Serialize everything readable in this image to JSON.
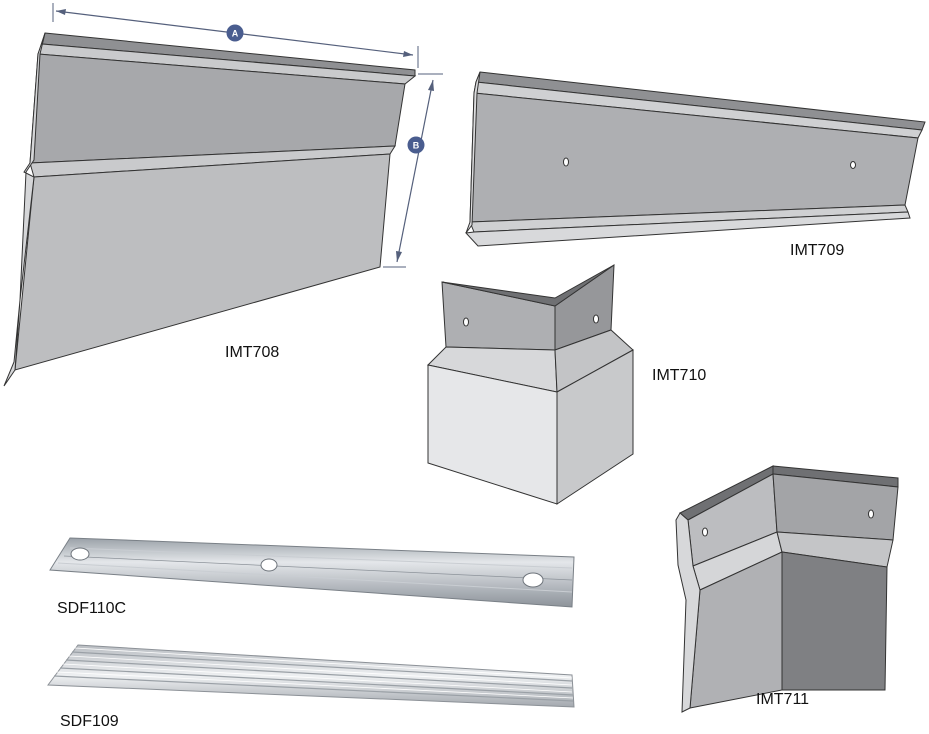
{
  "parts": {
    "imt708": {
      "label": "IMT708"
    },
    "imt709": {
      "label": "IMT709"
    },
    "imt710": {
      "label": "IMT710"
    },
    "imt711": {
      "label": "IMT711"
    },
    "sdf110c": {
      "label": "SDF110C"
    },
    "sdf109": {
      "label": "SDF109"
    }
  },
  "dimensions": {
    "a": {
      "badge": "A"
    },
    "b": {
      "badge": "B"
    }
  },
  "colors": {
    "badge": "#4a5d8f",
    "dimension_line": "#55607c",
    "metal_light": "#d9dadc",
    "metal_mid": "#b3b4b7",
    "metal_dark": "#8b8c8f",
    "outline": "#333333"
  }
}
